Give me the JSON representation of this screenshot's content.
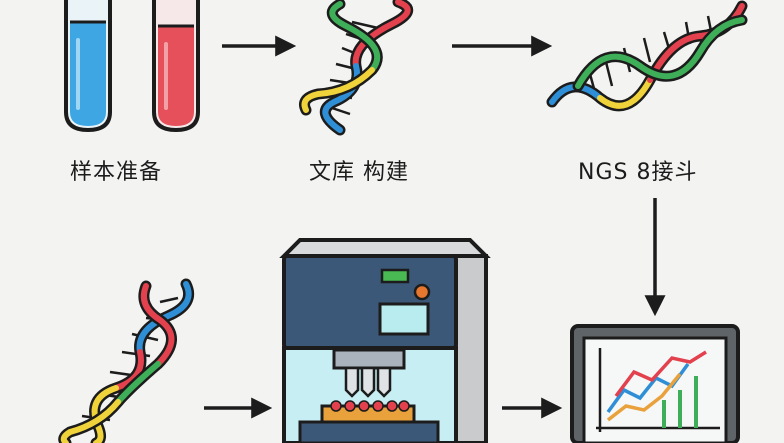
{
  "steps": [
    {
      "label": "样本准备",
      "icon": "test-tubes-icon"
    },
    {
      "label": "文库 构建",
      "icon": "dna-helix-icon"
    },
    {
      "label": "NGS 8接斗",
      "icon": "dna-helix-icon"
    }
  ],
  "bottom_row": {
    "icons": [
      "dna-helix-icon",
      "sequencer-machine-icon",
      "monitor-chart-icon"
    ]
  },
  "colors": {
    "tube_blue": "#3ea7e3",
    "tube_red": "#e5505a",
    "helix_blue": "#2f8fd6",
    "helix_red": "#e2414d",
    "helix_yellow": "#f0d33a",
    "helix_green": "#3fae58",
    "machine_blue": "#3b5878",
    "machine_gray": "#d9dadb",
    "screen_cyan": "#b9ecef",
    "led_green": "#49b953",
    "led_orange": "#e5772e"
  }
}
